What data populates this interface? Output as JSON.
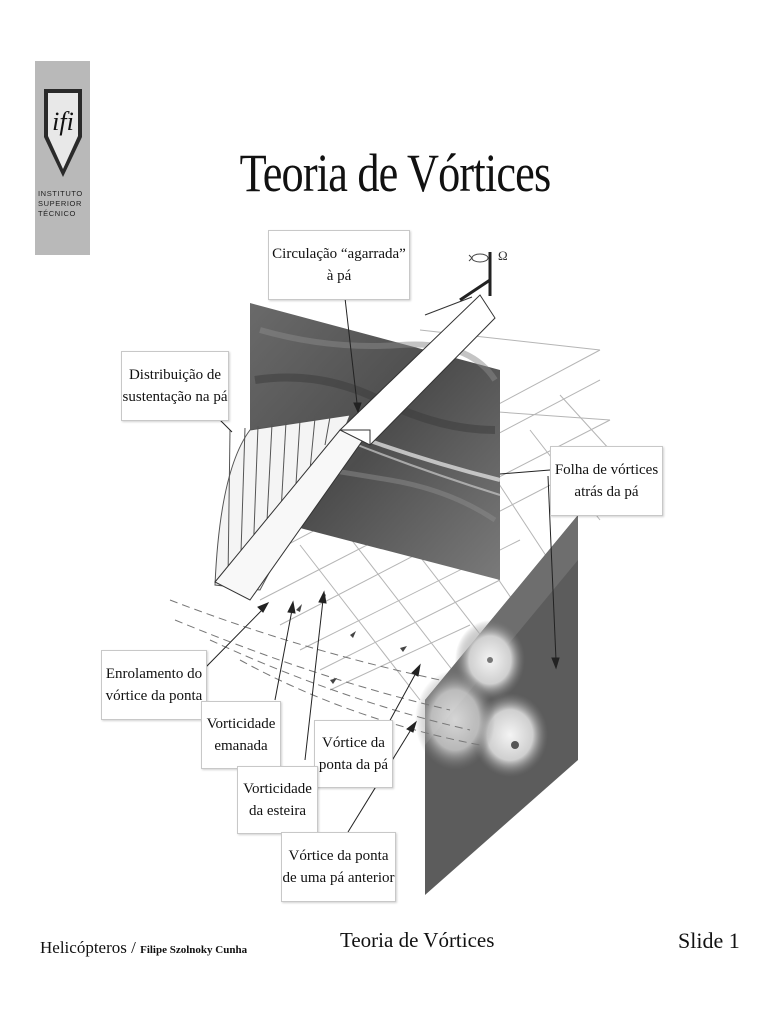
{
  "slide": {
    "title": "Teoria de Vórtices",
    "logo": {
      "lines": [
        "INSTITUTO",
        "SUPERIOR",
        "TÉCNICO"
      ],
      "monogram": "ifi"
    },
    "omega_symbol": "Ω"
  },
  "callouts": {
    "circulation": [
      "Circulação “agarrada”",
      "à pá"
    ],
    "lift": [
      "Distribuição de",
      "sustentação na pá"
    ],
    "vortex_sheet": [
      "Folha de vórtices",
      "atrás da pá"
    ],
    "rollup": [
      "Enrolamento do",
      "vórtice da ponta"
    ],
    "shed": [
      "Vorticidade",
      "emanada"
    ],
    "tip_vortex": [
      "Vórtice da",
      "ponta da pá"
    ],
    "trailing": [
      "Vorticidade",
      "da esteira"
    ],
    "previous_tip": [
      "Vórtice da ponta",
      "de uma pá anterior"
    ]
  },
  "footer": {
    "left_main": "Helicópteros / ",
    "left_author": "Filipe Szolnoky Cunha",
    "center": "Teoria de Vórtices",
    "right": "Slide 1"
  }
}
